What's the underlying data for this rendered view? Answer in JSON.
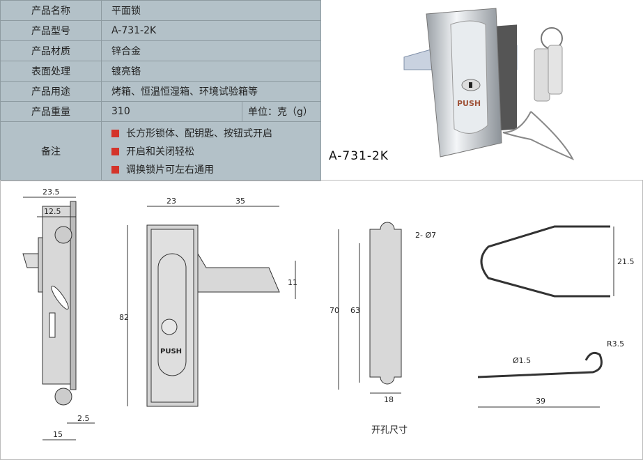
{
  "spec_table": {
    "rows": [
      {
        "label": "产品名称",
        "value": "平面锁"
      },
      {
        "label": "产品型号",
        "value": "A-731-2K"
      },
      {
        "label": "产品材质",
        "value": "锌合金"
      },
      {
        "label": "表面处理",
        "value": "镀亮铬"
      },
      {
        "label": "产品用途",
        "value": "烤箱、恒温恒湿箱、环境试验箱等"
      },
      {
        "label": "产品重量",
        "value": "310",
        "unit": "单位：克（g）"
      }
    ],
    "notes_label": "备注",
    "notes": [
      "长方形锁体、配钥匙、按钮式开启",
      "开启和关闭轻松",
      "调换锁片可左右通用"
    ]
  },
  "photo": {
    "model_label": "A-731-2K",
    "push_text": "PUSH"
  },
  "drawing": {
    "side": {
      "d1": "23.5",
      "d2": "12.5",
      "d3": "2.5",
      "d4": "15"
    },
    "front": {
      "w": "23",
      "arm": "35",
      "h": "82",
      "t": "11",
      "push": "PUSH"
    },
    "cutout": {
      "holes": "2- Ø7",
      "h1": "70",
      "h2": "63",
      "w": "18",
      "caption": "开孔尺寸"
    },
    "spring": {
      "h": "21.5",
      "wire": "Ø1.5",
      "r": "R3.5",
      "len": "39"
    }
  },
  "colors": {
    "table_bg": "#b3c1c8",
    "bullet": "#d4342a"
  }
}
